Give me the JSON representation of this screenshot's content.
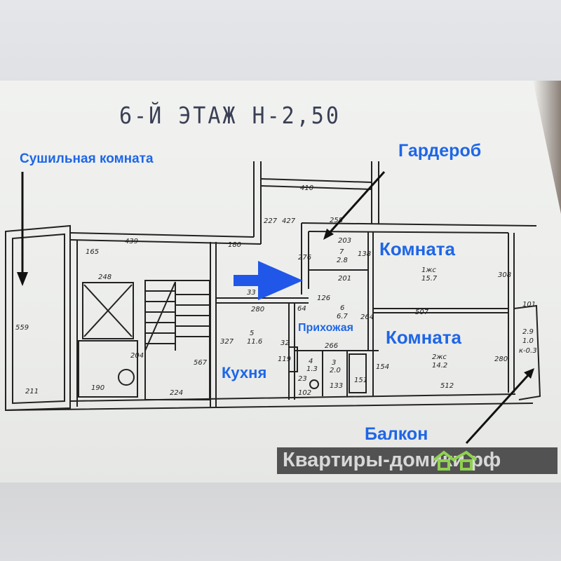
{
  "title": "6-Й ЭТАЖ Н-2,50",
  "annotations": {
    "drying_room": "Сушильная комната",
    "wardrobe": "Гардероб",
    "room1": "Комната",
    "room2": "Комната",
    "hallway": "Прихожая",
    "kitchen": "Кухня",
    "balcony": "Балкон"
  },
  "dimensions": [
    "439",
    "165",
    "180",
    "227",
    "427",
    "410",
    "258",
    "203",
    "276",
    "138",
    "201",
    "33",
    "280",
    "64",
    "126",
    "264",
    "507",
    "308",
    "101",
    "327",
    "32",
    "119",
    "266",
    "154",
    "151",
    "133",
    "23",
    "102",
    "280",
    "512",
    "248",
    "204",
    "190",
    "211",
    "559",
    "567",
    "224"
  ],
  "rooms": [
    {
      "num": "7",
      "area": "2.8"
    },
    {
      "num": "6",
      "area": "6.7"
    },
    {
      "num": "5",
      "area": "11.6"
    },
    {
      "num": "4",
      "area": "1.3"
    },
    {
      "num": "3",
      "area": "2.0"
    },
    {
      "num": "1жс",
      "area": "15.7"
    },
    {
      "num": "2жс",
      "area": "14.2"
    },
    {
      "num": "2.9",
      "area": "1.0"
    }
  ],
  "balcony_coef": "к-0.3",
  "watermark": "Квартиры-домики.рф",
  "colors": {
    "annotation": "#1e66e6",
    "walls": "#222222",
    "watermark_house": "#8fd14f"
  }
}
